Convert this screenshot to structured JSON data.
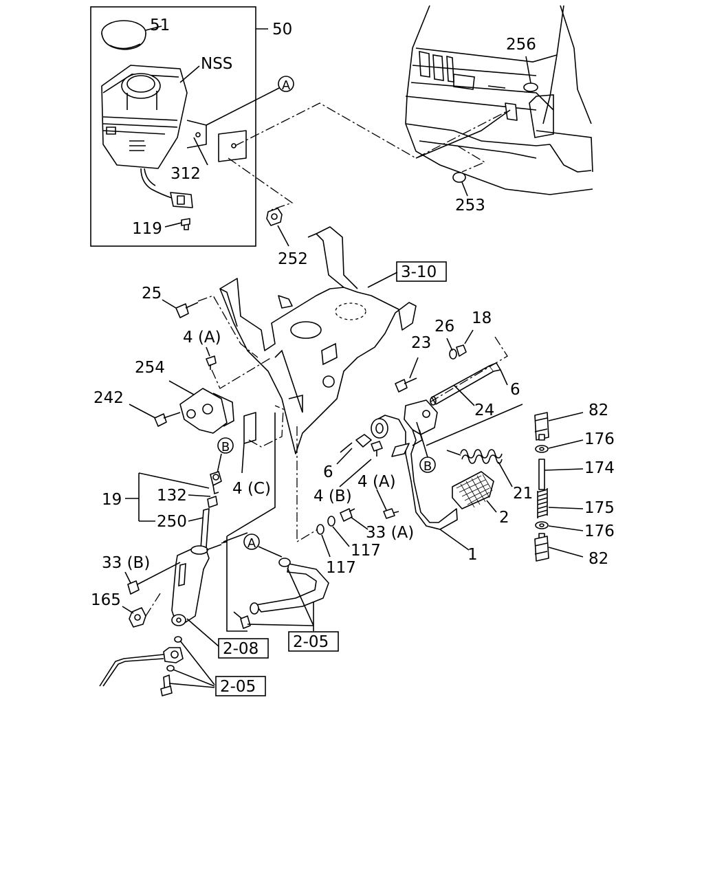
{
  "diagram": {
    "labels": {
      "p51": "51",
      "p50": "50",
      "nss": "NSS",
      "p312": "312",
      "p119": "119",
      "p252": "252",
      "p256": "256",
      "p253": "253",
      "ref310": "3-10",
      "p25": "25",
      "p4a_top": "4 (A)",
      "p254": "254",
      "p242": "242",
      "p23": "23",
      "p26": "26",
      "p18": "18",
      "p6_right": "6",
      "p24": "24",
      "p82_top": "82",
      "p176_top": "176",
      "p174": "174",
      "p175": "175",
      "p176_bottom": "176",
      "p82_bottom": "82",
      "p4c": "4 (C)",
      "p6_mid": "6",
      "p4b": "4 (B)",
      "p4a_mid": "4 (A)",
      "p21": "21",
      "p2": "2",
      "p33a": "33 (A)",
      "p117_a": "117",
      "p117_b": "117",
      "p1": "1",
      "p19": "19",
      "p132": "132",
      "p250": "250",
      "p33b": "33 (B)",
      "p165": "165",
      "ref208": "2-08",
      "ref205_a": "2-05",
      "ref205_b": "2-05",
      "circleA_top": "A",
      "circleA_mid": "A",
      "circleB_left": "B",
      "circleB_right": "B"
    }
  }
}
